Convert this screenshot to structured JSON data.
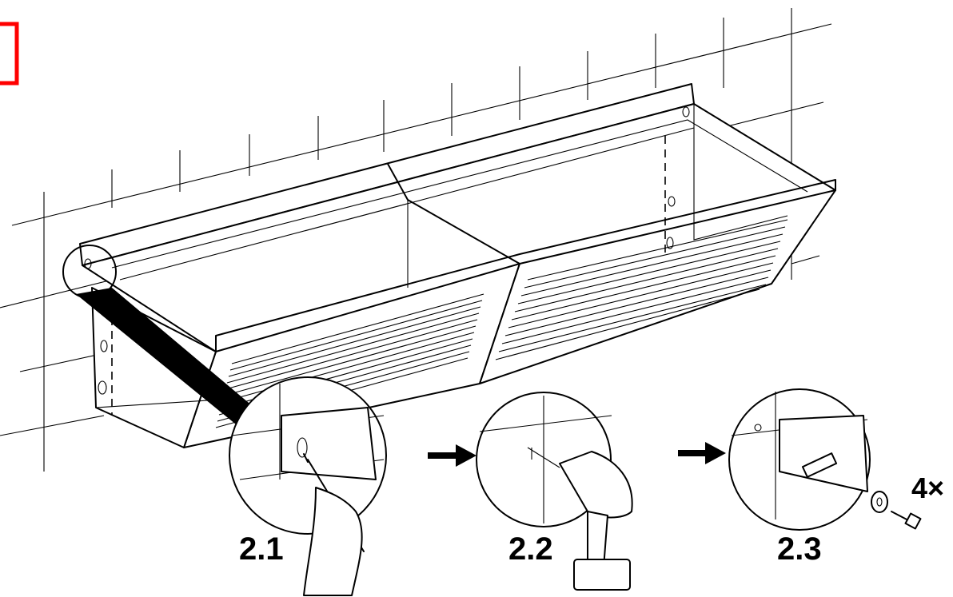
{
  "steps": [
    {
      "label": "2.1"
    },
    {
      "label": "2.2"
    },
    {
      "label": "2.3"
    }
  ],
  "quantity": "4×",
  "colors": {
    "line": "#000000",
    "background": "#ffffff",
    "marker": "#ff0000"
  },
  "icons": [
    "pencil-icon",
    "hand-icon",
    "drill-icon",
    "arrow-right-icon",
    "screw-icon",
    "washer-icon",
    "wall-plug-icon"
  ]
}
